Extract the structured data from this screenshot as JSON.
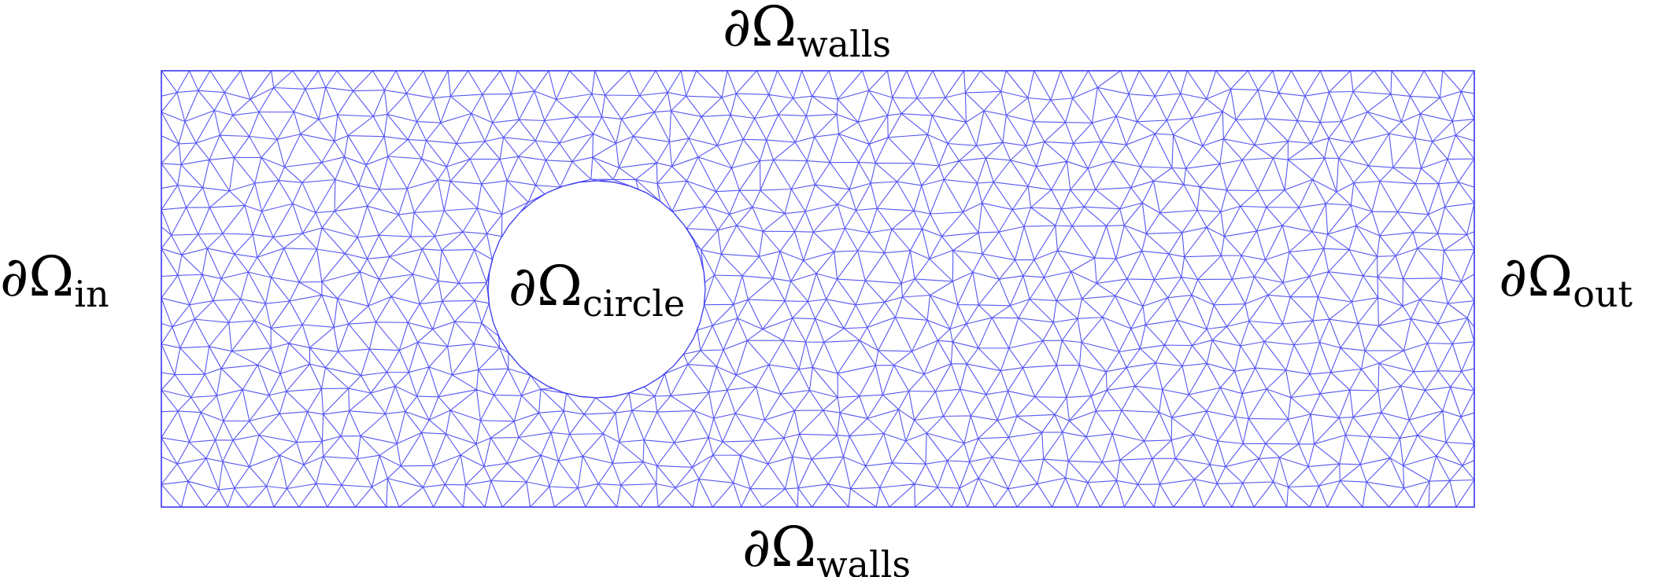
{
  "diagram": {
    "boundaries": {
      "top": {
        "symbol": "∂Ω",
        "subscript": "walls"
      },
      "bottom": {
        "symbol": "∂Ω",
        "subscript": "walls"
      },
      "left": {
        "symbol": "∂Ω",
        "subscript": "in"
      },
      "right": {
        "symbol": "∂Ω",
        "subscript": "out"
      },
      "circle": {
        "symbol": "∂Ω",
        "subscript": "circle"
      }
    },
    "mesh": {
      "type": "unstructured triangular mesh",
      "domain": "rectangle with circular hole",
      "edge_color": "#3a3af0",
      "background_color": "#ffffff"
    }
  }
}
